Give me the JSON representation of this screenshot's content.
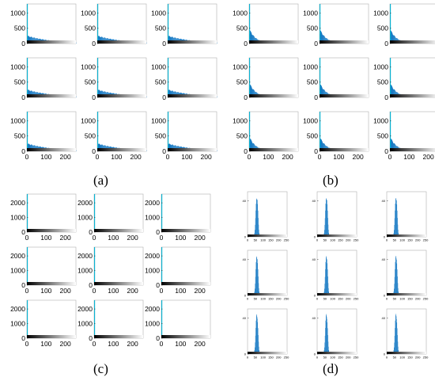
{
  "figure": {
    "panel_labels": {
      "a": "(a)",
      "b": "(b)",
      "c": "(c)",
      "d": "(d)"
    },
    "colors": {
      "bar": "#1a7bc4",
      "axis": "#000000",
      "frame": "#b0b0b0",
      "cyan_edge": "#00b0d0"
    }
  },
  "chart_data": [
    {
      "panel": "a",
      "type": "bar",
      "grid_rows": 3,
      "grid_cols": 3,
      "histograms_per_panel": 9,
      "xlim": [
        0,
        255
      ],
      "ylim": [
        0,
        1300
      ],
      "xticks": [
        0,
        100,
        200
      ],
      "yticks": [
        0,
        500,
        1000
      ],
      "xtick_labels": [
        "0",
        "100",
        "200"
      ],
      "ytick_labels": [
        "0",
        "500",
        "1000"
      ],
      "grayscale_colorbar": true,
      "spike": {
        "x": 0,
        "y": 1300
      },
      "shape": {
        "peak_x": 4,
        "peak_y": 260,
        "decay_x": 130
      }
    },
    {
      "panel": "b",
      "type": "bar",
      "grid_rows": 3,
      "grid_cols": 3,
      "histograms_per_panel": 9,
      "xlim": [
        0,
        255
      ],
      "ylim": [
        0,
        1300
      ],
      "xticks": [
        0,
        100,
        200
      ],
      "yticks": [
        0,
        500,
        1000
      ],
      "xtick_labels": [
        "0",
        "100",
        "200"
      ],
      "ytick_labels": [
        "0",
        "500",
        "1000"
      ],
      "grayscale_colorbar": true,
      "spike": {
        "x": 0,
        "y": 1300
      },
      "shape": {
        "peak_x": 2,
        "peak_y": 480,
        "decay_x": 35
      }
    },
    {
      "panel": "c",
      "type": "bar",
      "grid_rows": 3,
      "grid_cols": 3,
      "histograms_per_panel": 9,
      "xlim": [
        0,
        255
      ],
      "ylim": [
        0,
        2600
      ],
      "xticks": [
        0,
        100,
        200
      ],
      "yticks": [
        0,
        1000,
        2000
      ],
      "xtick_labels": [
        "0",
        "100",
        "200"
      ],
      "ytick_labels": [
        "0",
        "1000",
        "2000"
      ],
      "grayscale_colorbar": true,
      "spike": {
        "x": 0,
        "y": 2600
      },
      "shape": {
        "peak_x": 2,
        "peak_y": 15,
        "decay_x": 20
      }
    },
    {
      "panel": "d",
      "type": "bar",
      "grid_rows": 3,
      "grid_cols": 3,
      "histograms_per_panel": 9,
      "xlim": [
        0,
        255
      ],
      "ylim": [
        0,
        50
      ],
      "xticks": [
        0,
        50,
        100,
        150,
        200,
        250
      ],
      "yticks": [
        0,
        40
      ],
      "xtick_labels": [
        "0",
        "50",
        "100",
        "150",
        "200",
        "250"
      ],
      "ytick_labels": [
        "0",
        "40"
      ],
      "grayscale_colorbar": true,
      "spike": null,
      "shape": {
        "type": "gaussian",
        "center_x": 60,
        "sigma_x": 7,
        "peak_y": 48
      }
    }
  ]
}
